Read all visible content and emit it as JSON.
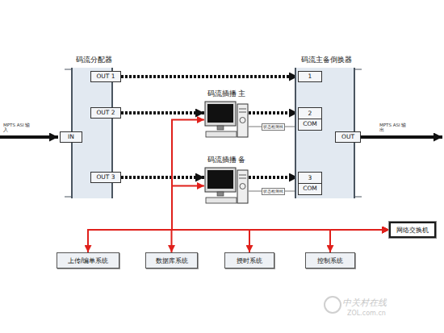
{
  "diagram": {
    "nodes": [
      {
        "text": [
          "码流分配器"
        ]
      },
      {
        "text": [
          "IN"
        ],
        "in": 0
      },
      {
        "text": [
          "OUT 1"
        ],
        "in": 0
      },
      {
        "text": [
          "OUT 2"
        ],
        "in": 0
      },
      {
        "text": [
          "OUT 3"
        ],
        "in": 0
      },
      {
        "text": [
          "码流主备倒换器"
        ]
      },
      {
        "text": [
          "1"
        ],
        "in": 5
      },
      {
        "text": [
          "2",
          "COM"
        ],
        "in": 5
      },
      {
        "text": [
          "3",
          "COM"
        ],
        "in": 5
      },
      {
        "text": [
          "OUT"
        ],
        "in": 5
      },
      {
        "text": [
          "码流插播 主"
        ]
      },
      {
        "text": [
          "码流插播 备"
        ]
      },
      {
        "text": [
          "上传/编单系统"
        ]
      },
      {
        "text": [
          "数据库系统"
        ]
      },
      {
        "text": [
          "授时系统"
        ]
      },
      {
        "text": [
          "控制系统"
        ]
      },
      {
        "text": [
          "网络交换机"
        ]
      }
    ],
    "edges": [
      {
        "from": 2,
        "to": 6,
        "arrow": "to"
      },
      {
        "from": 3,
        "to": 10,
        "arrow": "to"
      },
      {
        "from": 10,
        "to": 7,
        "arrow": "to"
      },
      {
        "from": 4,
        "to": 11,
        "arrow": "to"
      },
      {
        "from": 11,
        "to": 8,
        "arrow": "to"
      },
      {
        "from": 10,
        "to": 7,
        "label": "状态检测线",
        "arrow": "none"
      },
      {
        "from": 11,
        "to": 8,
        "label": "状态检测线",
        "arrow": "none"
      },
      {
        "from": 16,
        "to": 12,
        "arrow": "both"
      },
      {
        "from": 16,
        "to": 13,
        "arrow": "both"
      },
      {
        "from": 16,
        "to": 14,
        "arrow": "both"
      },
      {
        "from": 16,
        "to": 15,
        "arrow": "both"
      },
      {
        "from": 16,
        "to": 10,
        "arrow": "both"
      },
      {
        "from": 16,
        "to": 11,
        "arrow": "both"
      }
    ],
    "labels": [
      "MPTS ASI 输入",
      "MPTS ASI 输出",
      "中关村在线",
      "ZOL.com.cn"
    ]
  }
}
